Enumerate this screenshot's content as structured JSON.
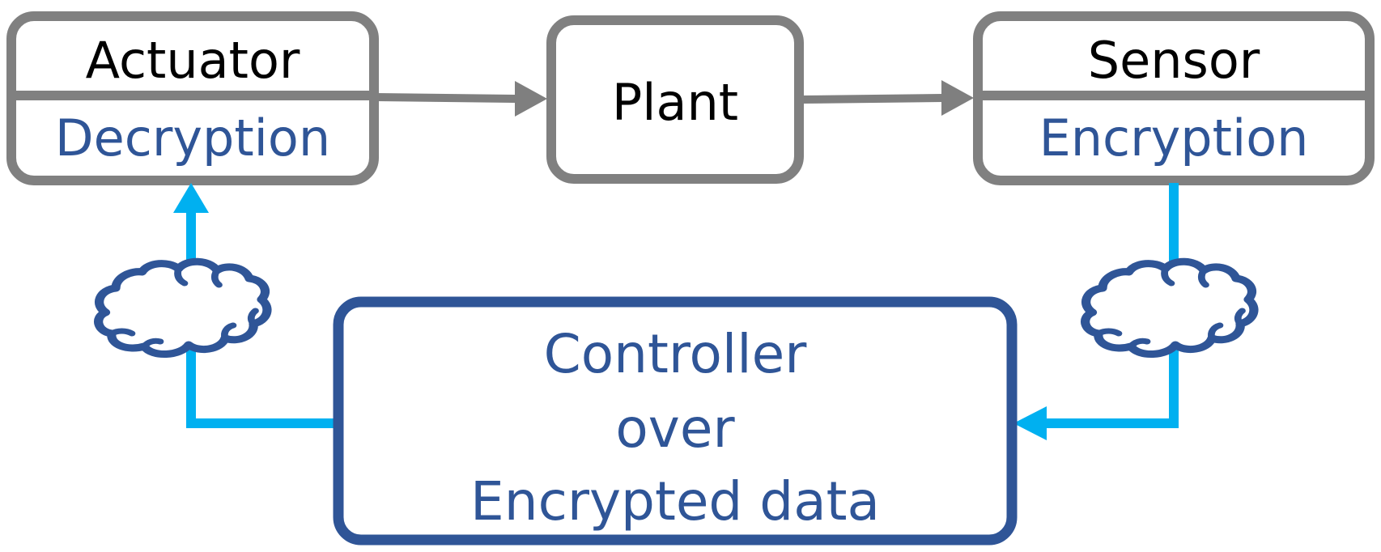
{
  "nodes": {
    "actuator": {
      "title": "Actuator",
      "subtitle": "Decryption"
    },
    "plant": {
      "title": "Plant"
    },
    "sensor": {
      "title": "Sensor",
      "subtitle": "Encryption"
    },
    "controller": {
      "line1": "Controller",
      "line2": "over",
      "line3": "Encrypted data"
    }
  },
  "colors": {
    "gray_border": "#808080",
    "gray_arrow": "#7f7f7f",
    "navy": "#2f5597",
    "cyan": "#00b0f0",
    "text_dark": "#000000",
    "text_blue": "#2f5597"
  },
  "icons": {
    "left_network": "cloud-icon",
    "right_network": "cloud-icon"
  }
}
